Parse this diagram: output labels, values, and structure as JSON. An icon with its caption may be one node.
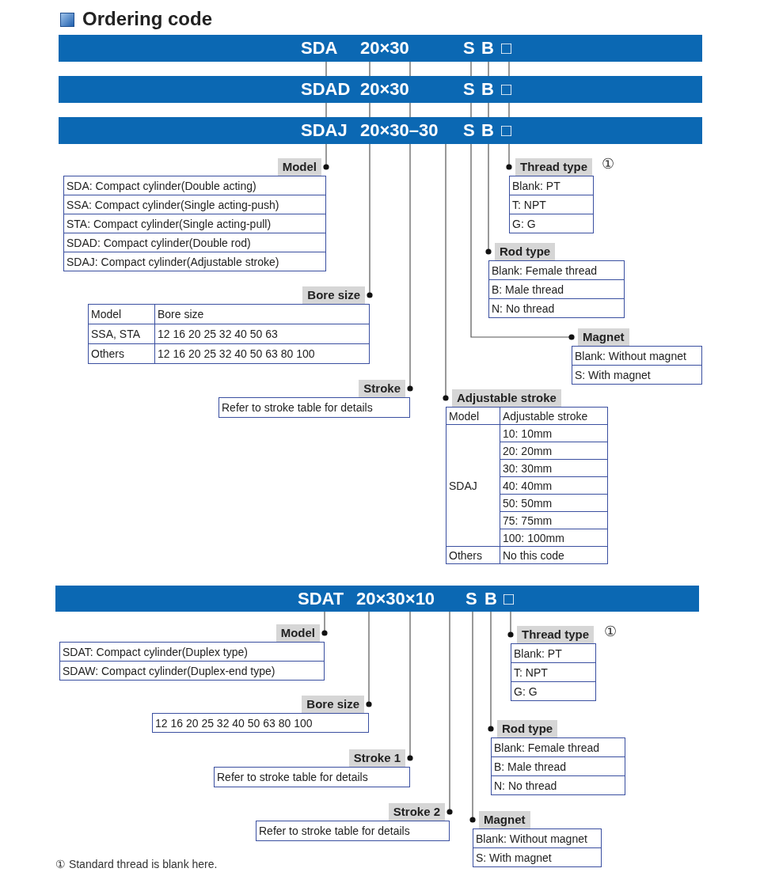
{
  "diagram": {
    "title": "Ordering code",
    "nodes": [
      {
        "text": [
          "SDA",
          "20×30",
          "S",
          "B",
          "□"
        ]
      },
      {
        "text": [
          "SDAD",
          "20×30",
          "S",
          "B",
          "□"
        ]
      },
      {
        "text": [
          "SDAJ",
          "20×30–30",
          "S",
          "B",
          "□"
        ]
      },
      {
        "text": [
          "Model",
          "SDA: Compact cylinder(Double acting)",
          "SSA: Compact cylinder(Single acting-push)",
          "STA: Compact cylinder(Single acting-pull)",
          "SDAD: Compact cylinder(Double rod)",
          "SDAJ: Compact cylinder(Adjustable stroke)"
        ]
      },
      {
        "text": [
          "Bore size",
          "Model",
          "Bore size",
          "SSA, STA",
          "12 16 20 25 32 40 50 63",
          "Others",
          "12 16 20 25 32 40 50 63 80 100"
        ]
      },
      {
        "text": [
          "Stroke",
          "Refer to stroke table for details"
        ]
      },
      {
        "text": [
          "Adjustable stroke",
          "Model",
          "Adjustable stroke",
          "SDAJ",
          "10: 10mm",
          "20: 20mm",
          "30: 30mm",
          "40: 40mm",
          "50: 50mm",
          "75: 75mm",
          "100: 100mm",
          "Others",
          "No this code"
        ]
      },
      {
        "text": [
          "Thread type",
          "Blank: PT",
          "T: NPT",
          "G: G"
        ],
        "beside": [
          "①"
        ]
      },
      {
        "text": [
          "Rod type",
          "Blank: Female thread",
          "B: Male thread",
          "N: No thread"
        ]
      },
      {
        "text": [
          "Magnet",
          "Blank: Without magnet",
          "S: With magnet"
        ]
      },
      {
        "text": [
          "SDAT",
          "20×30×10",
          "S",
          "B",
          "□"
        ]
      },
      {
        "text": [
          "Model",
          "SDAT: Compact cylinder(Duplex type)",
          "SDAW: Compact cylinder(Duplex-end type)"
        ]
      },
      {
        "text": [
          "Bore size",
          "12 16 20 25 32 40 50 63 80 100"
        ]
      },
      {
        "text": [
          "Stroke 1",
          "Refer to stroke table for details"
        ]
      },
      {
        "text": [
          "Stroke 2",
          "Refer to stroke table for details"
        ]
      },
      {
        "text": [
          "Magnet",
          "Blank: Without magnet",
          "S: With magnet"
        ]
      },
      {
        "text": [
          "Rod type",
          "Blank: Female thread",
          "B: Male thread",
          "N: No thread"
        ]
      },
      {
        "text": [
          "Thread type",
          "Blank: PT",
          "T: NPT",
          "G: G"
        ],
        "beside": [
          "①"
        ]
      }
    ],
    "edges": [
      {
        "from": 0,
        "to": 1,
        "arrow": "none"
      },
      {
        "from": 1,
        "to": 2,
        "arrow": "none"
      },
      {
        "from": 2,
        "to": 3,
        "arrow": "other"
      },
      {
        "from": 2,
        "to": 4,
        "arrow": "other"
      },
      {
        "from": 2,
        "to": 5,
        "arrow": "other"
      },
      {
        "from": 2,
        "to": 6,
        "arrow": "other"
      },
      {
        "from": 2,
        "to": 7,
        "arrow": "other"
      },
      {
        "from": 2,
        "to": 8,
        "arrow": "other"
      },
      {
        "from": 2,
        "to": 9,
        "arrow": "other"
      },
      {
        "from": 10,
        "to": 11,
        "arrow": "other"
      },
      {
        "from": 10,
        "to": 12,
        "arrow": "other"
      },
      {
        "from": 10,
        "to": 13,
        "arrow": "other"
      },
      {
        "from": 10,
        "to": 14,
        "arrow": "other"
      },
      {
        "from": 10,
        "to": 15,
        "arrow": "other"
      },
      {
        "from": 10,
        "to": 16,
        "arrow": "other"
      },
      {
        "from": 10,
        "to": 17,
        "arrow": "other"
      }
    ],
    "labels": [
      "① Standard thread is blank here."
    ]
  }
}
